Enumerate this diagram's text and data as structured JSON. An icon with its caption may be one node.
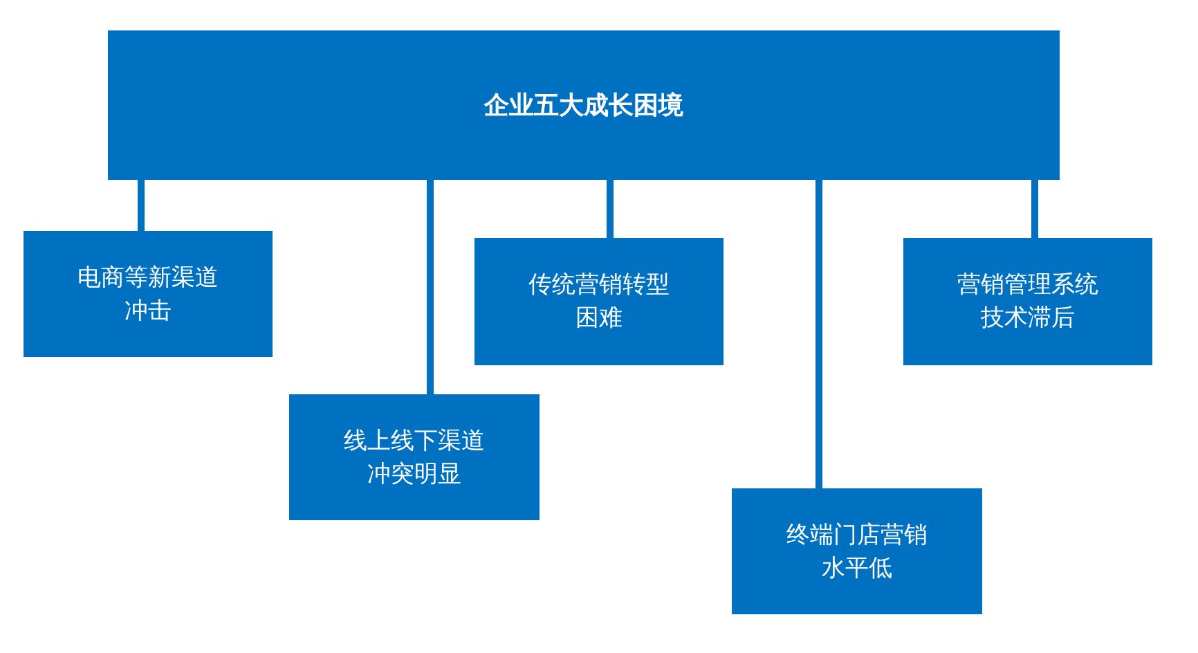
{
  "diagram": {
    "nodes": [
      {
        "text": [
          "企业五大成长困境"
        ]
      },
      {
        "text": [
          "电商等新渠道冲击"
        ]
      },
      {
        "text": [
          "线上线下渠道冲突明显"
        ]
      },
      {
        "text": [
          "传统营销转型困难"
        ]
      },
      {
        "text": [
          "终端门店营销水平低"
        ]
      },
      {
        "text": [
          "营销管理系统技术滞后"
        ]
      }
    ],
    "edges": [
      {
        "from": 0,
        "to": 1,
        "arrow": "none"
      },
      {
        "from": 0,
        "to": 2,
        "arrow": "none"
      },
      {
        "from": 0,
        "to": 3,
        "arrow": "none"
      },
      {
        "from": 0,
        "to": 4,
        "arrow": "none"
      },
      {
        "from": 0,
        "to": 5,
        "arrow": "none"
      }
    ]
  }
}
